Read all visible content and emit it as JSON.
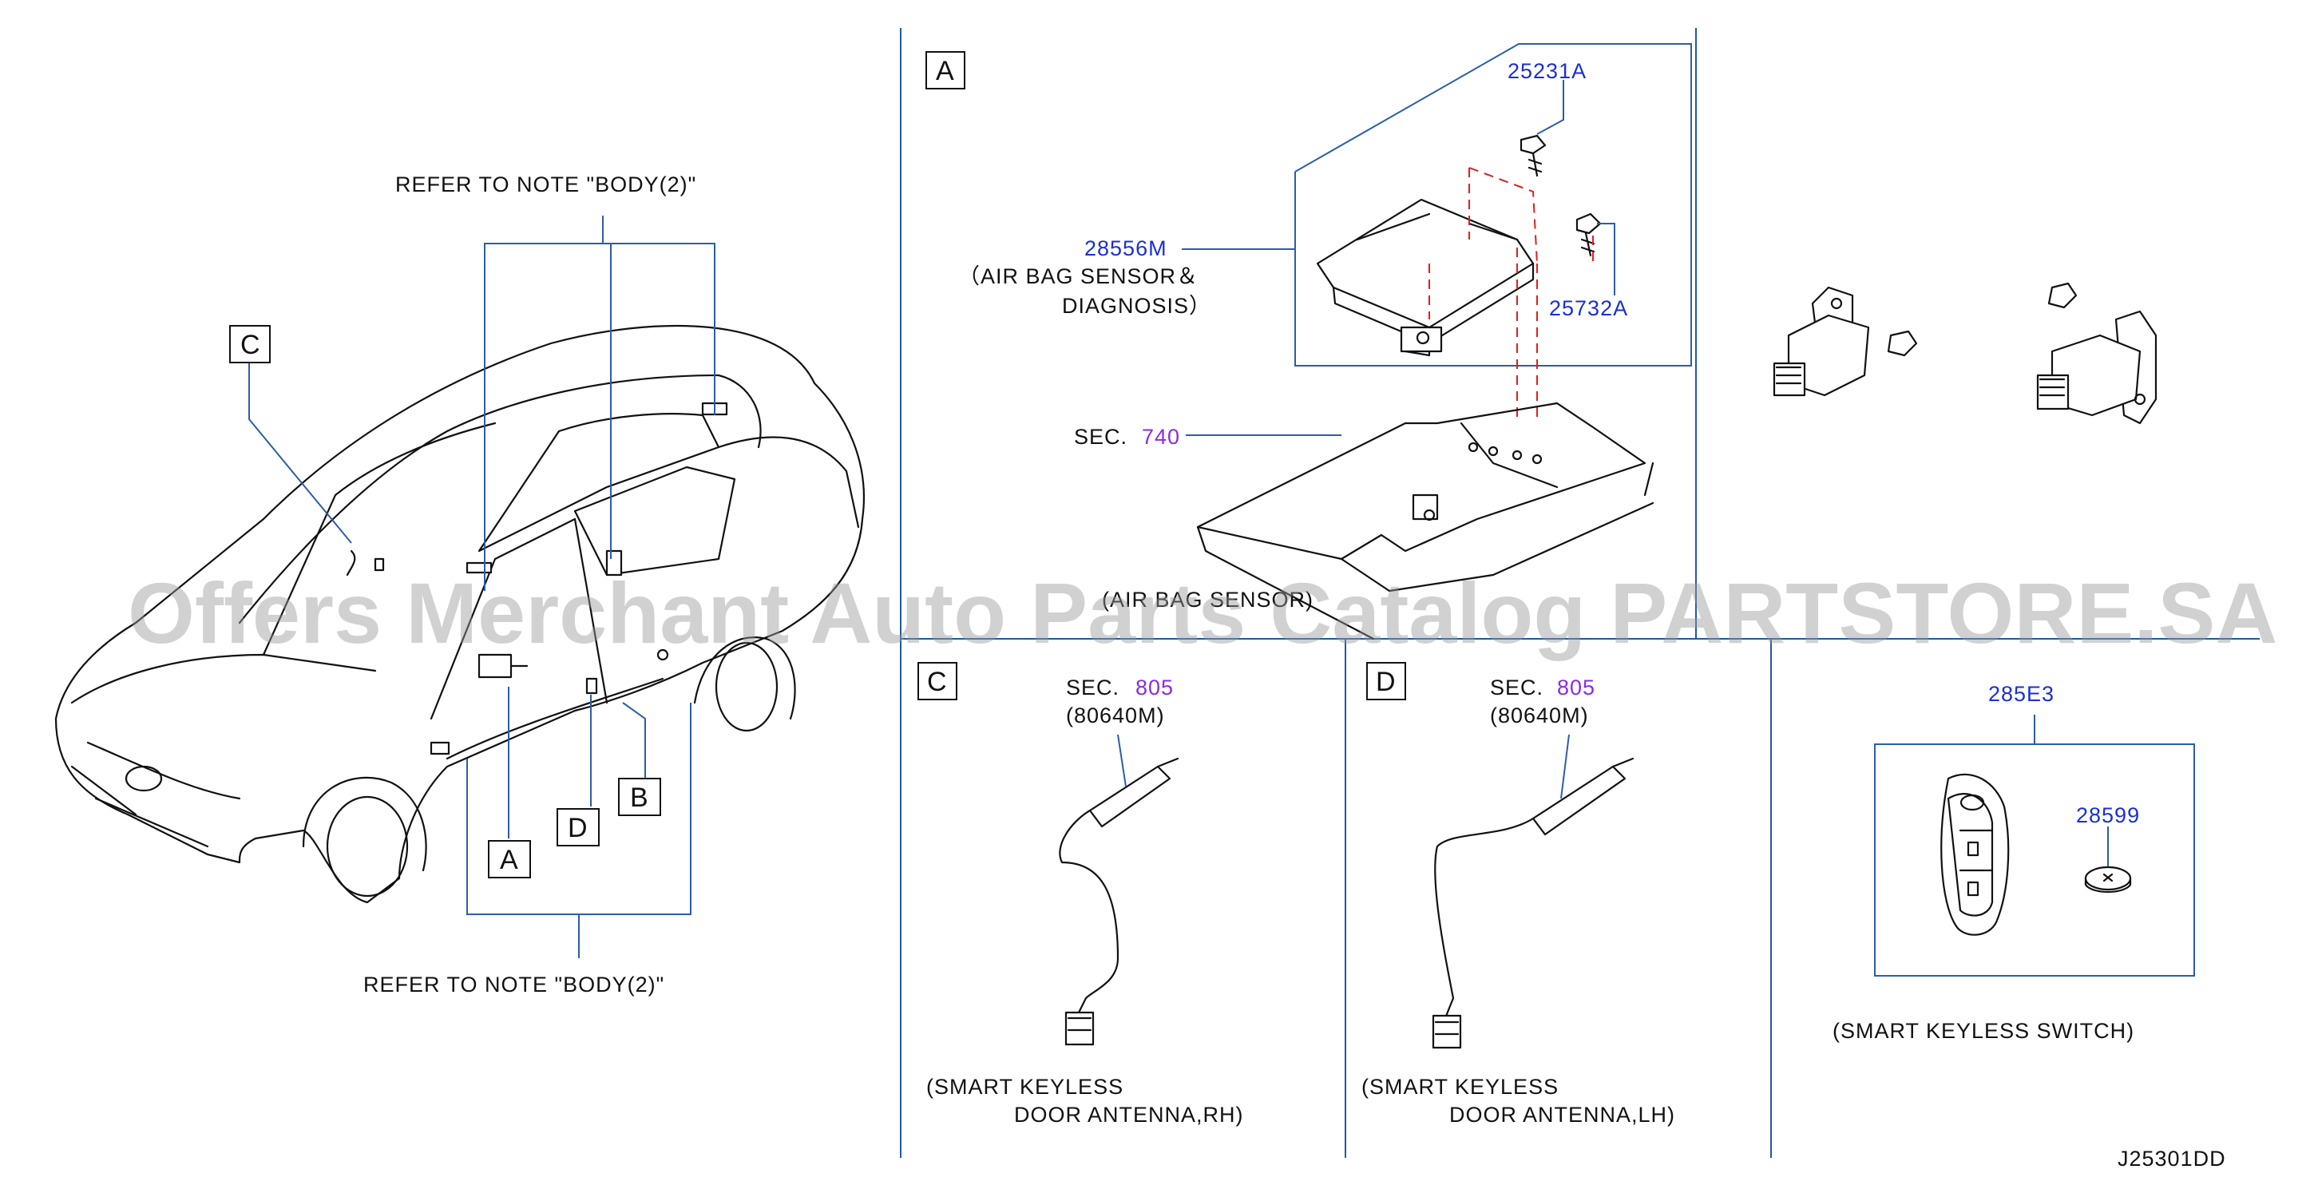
{
  "diagram_code": "J25301DD",
  "watermark": "Offers Merchant Auto Parts Catalog PARTSTORE.SA",
  "overview": {
    "note_top": "REFER  TO  NOTE  \"BODY(2)\"",
    "note_bottom": "REFER  TO  NOTE  \"BODY(2)\"",
    "callouts": {
      "a": "A",
      "b": "B",
      "c": "C",
      "d": "D"
    }
  },
  "panel_a": {
    "tag": "A",
    "parts": {
      "bolt_top": "25231A",
      "bolt_side": "25732A",
      "module_no": "28556M",
      "module_name_1": "（AIR  BAG  SENSOR＆",
      "module_name_2": "DIAGNOSIS）",
      "sec_label": "SEC.",
      "sec_no": "740"
    },
    "caption": "(AIR  BAG  SENSOR)"
  },
  "panel_c": {
    "tag": "C",
    "sec_label": "SEC.",
    "sec_no": "805",
    "sub_no": "(80640M)",
    "caption_1": "(SMART  KEYLESS",
    "caption_2": "DOOR  ANTENNA,RH)"
  },
  "panel_d": {
    "tag": "D",
    "sec_label": "SEC.",
    "sec_no": "805",
    "sub_no": "(80640M)",
    "caption_1": "(SMART  KEYLESS",
    "caption_2": "DOOR  ANTENNA,LH)"
  },
  "panel_key": {
    "fob_no": "285E3",
    "battery_no": "28599",
    "caption": "(SMART  KEYLESS  SWITCH)"
  },
  "colors": {
    "part_number": "#1a2fd6",
    "section_number": "#8a2be2",
    "divider": "#1f5aa6",
    "dashed_guide": "#e0201a"
  }
}
